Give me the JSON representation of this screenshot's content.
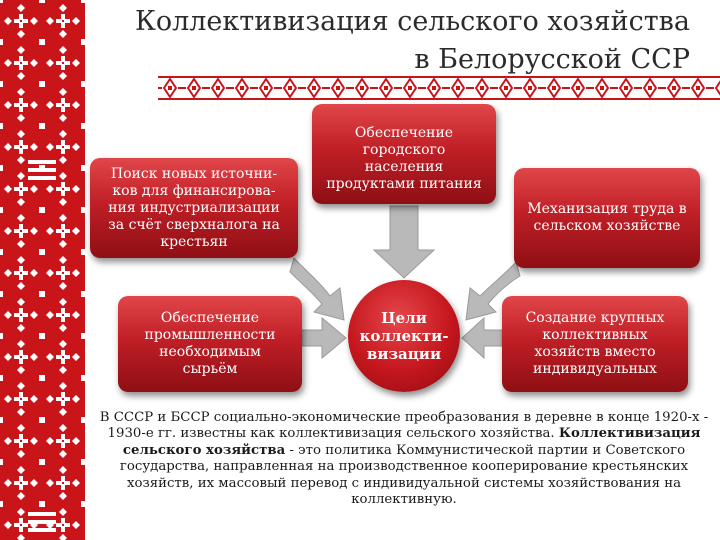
{
  "title": {
    "line1": "Коллективизация сельского хозяйства",
    "line2": "в Белорусской ССР"
  },
  "nodes": {
    "top": "Обеспечение\nгородского\nнаселения\nпродуктами питания",
    "left_top": "Поиск новых источни-\nков для финансирова-\nния индустриализации\nза счёт сверхналога на\nкрестьян",
    "right_top": "Механизация труда в\nсельском хозяйстве",
    "left_bottom": "Обеспечение\nпромышленности\nнеобходимым\nсырьём",
    "right_bottom": "Создание крупных\nколлективных\nхозяйств вместо\nиндивидуальных",
    "center": "Цели\nколлекти-\nвизации"
  },
  "paragraph": {
    "part1": "В СССР и БССР социально-экономические преобразования в деревне в конце 1920-х - 1930-е гг. известны как коллективизация сельского хозяйства. ",
    "term": "Коллективизация сельского хозяйства",
    "part2": " - это политика Коммунистической партии и Советского государства, направленная на производственное кооперирование крестьянских хозяйств, их массовый перевод с индивидуальной системы хозяйствования на коллективную."
  },
  "colors": {
    "accent_red": "#c9141a",
    "box_red": "#c01f26",
    "arrow_gray": "#b8b8b8"
  },
  "icons": {
    "ornament": "belarusian-ornament-pattern",
    "arrows": "gray-block-arrow"
  }
}
